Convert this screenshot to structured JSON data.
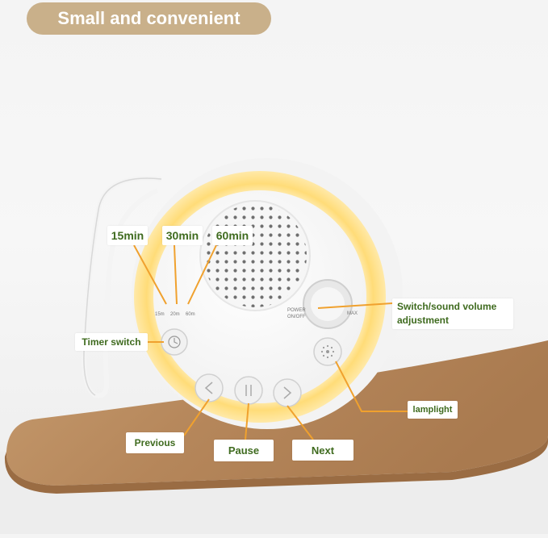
{
  "header": {
    "title": "Small and convenient"
  },
  "device": {
    "timer_marks": [
      "15m",
      "20m",
      "60m"
    ],
    "power_label_1": "POWER",
    "power_label_2": "ON/OFF",
    "max_label": "MAX"
  },
  "callouts": {
    "min15": "15min",
    "min30": "30min",
    "min60": "60min",
    "timer_switch": "Timer switch",
    "switch_line1": "Switch/sound volume",
    "switch_line2": "adjustment",
    "lamplight": "lamplight",
    "previous": "Previous",
    "pause": "Pause",
    "next": "Next"
  },
  "colors": {
    "label_text": "#3f6b1f",
    "title_pill": "#c9b08a",
    "pointer_line": "#f0a12e",
    "light_ring": "#ffd76a",
    "shelf": "#b98b5e"
  }
}
